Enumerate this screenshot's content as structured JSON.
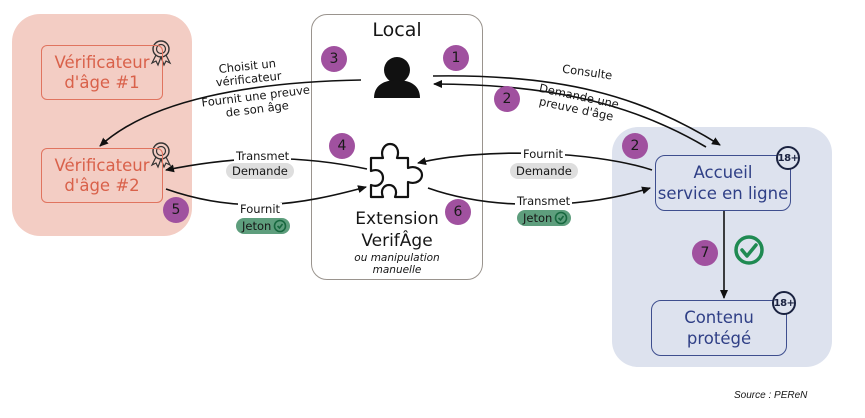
{
  "panels": {
    "local": {
      "title": "Local"
    },
    "extension": {
      "title_line1": "Extension",
      "title_line2": "VerifÂge",
      "subtitle_line1": "ou manipulation",
      "subtitle_line2": "manuelle"
    }
  },
  "verifiers": [
    {
      "line1": "Vérificateur",
      "line2": "d'âge #1"
    },
    {
      "line1": "Vérificateur",
      "line2": "d'âge #2"
    }
  ],
  "services": {
    "home": {
      "line1": "Accueil",
      "line2": "service en ligne",
      "age_badge": "18+"
    },
    "content": {
      "line1": "Contenu",
      "line2": "protégé",
      "age_badge": "18+"
    }
  },
  "steps": [
    "1",
    "2",
    "2",
    "3",
    "4",
    "5",
    "6",
    "7"
  ],
  "edges": {
    "choose": {
      "line1": "Choisit un",
      "line2": "vérificateur"
    },
    "provide_proof": {
      "line1": "Fournit une preuve",
      "line2": "de son âge"
    },
    "consult": "Consulte",
    "ask_proof": {
      "line1": "Demande une",
      "line2": "preuve d'âge"
    },
    "transmit_request": {
      "verb": "Transmet",
      "pill": "Demande"
    },
    "provide_token": {
      "verb": "Fournit",
      "pill": "Jeton"
    },
    "provide_request": {
      "verb": "Fournit",
      "pill": "Demande"
    },
    "transmit_token": {
      "verb": "Transmet",
      "pill": "Jeton"
    }
  },
  "colors": {
    "verifier_panel": "#f3cdc4",
    "verifier_text": "#d9614a",
    "service_panel": "#dde2ee",
    "service_text": "#2f3f86",
    "step_badge": "#a0519f",
    "token_pill": "#5e9e7d",
    "request_pill": "#dedede",
    "check": "#1f8a52"
  },
  "source": "Source : PEReN"
}
